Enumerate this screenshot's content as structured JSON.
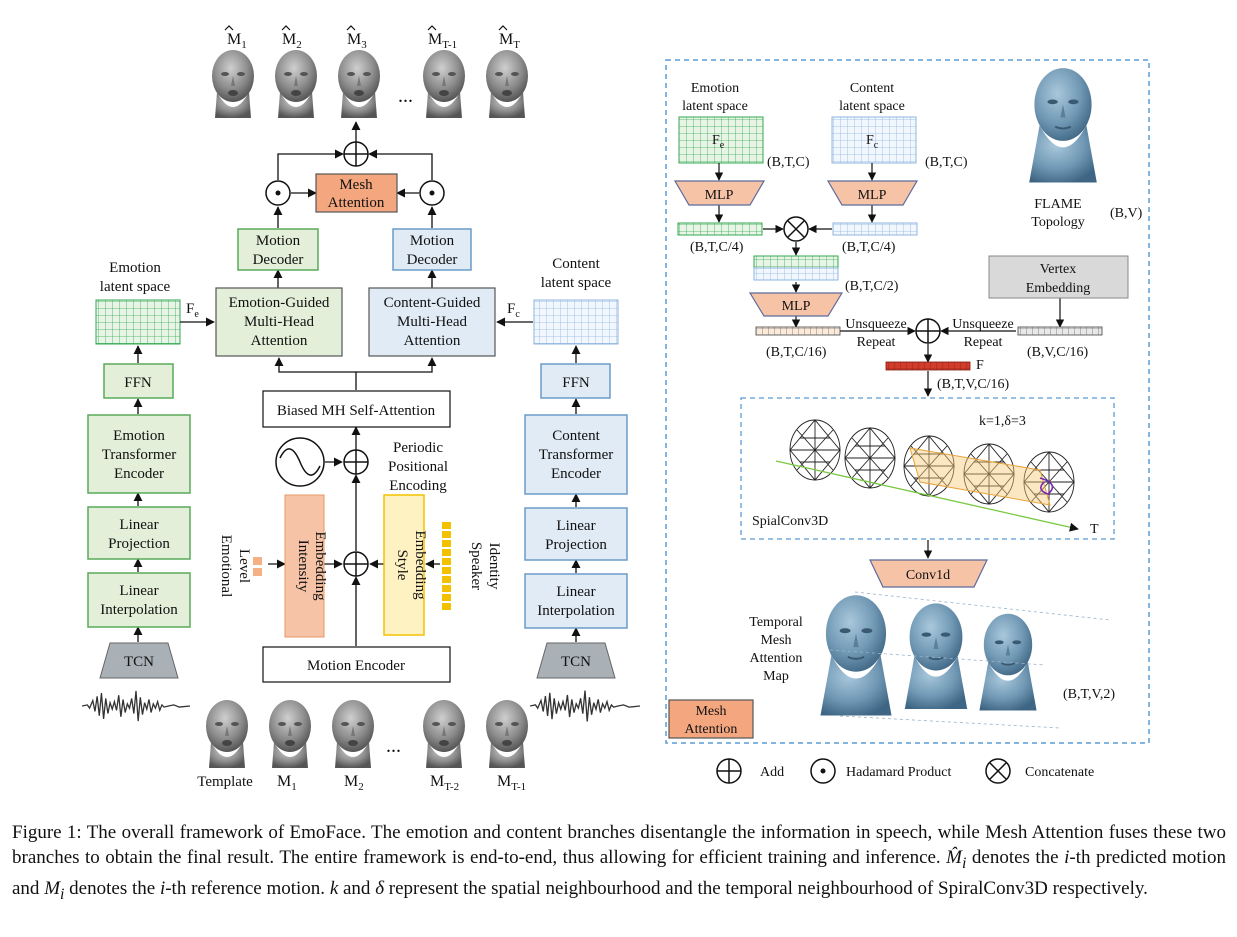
{
  "left": {
    "output_labels": [
      {
        "base": "M",
        "sub": "1"
      },
      {
        "base": "M",
        "sub": "2"
      },
      {
        "base": "M",
        "sub": "3"
      },
      {
        "base": "M",
        "sub": "T-1"
      },
      {
        "base": "M",
        "sub": "T"
      }
    ],
    "ellipsis": "...",
    "mesh_attention": [
      "Mesh",
      "Attention"
    ],
    "motion_decoder": [
      "Motion",
      "Decoder"
    ],
    "emotion_guided": [
      "Emotion-Guided",
      "Multi-Head",
      "Attention"
    ],
    "content_guided": [
      "Content-Guided",
      "Multi-Head",
      "Attention"
    ],
    "emotion_latent": [
      "Emotion",
      "latent space"
    ],
    "content_latent": [
      "Content",
      "latent space"
    ],
    "fe": {
      "base": "F",
      "sub": "e"
    },
    "fc": {
      "base": "F",
      "sub": "c"
    },
    "ffn": "FFN",
    "emotion_encoder": [
      "Emotion",
      "Transformer",
      "Encoder"
    ],
    "content_encoder": [
      "Content",
      "Transformer",
      "Encoder"
    ],
    "linear_projection": [
      "Linear",
      "Projection"
    ],
    "linear_interpolation": [
      "Linear",
      "Interpolation"
    ],
    "tcn": "TCN",
    "biased_mh": "Biased MH Self-Attention",
    "periodic": [
      "Periodic",
      "Positional",
      "Encoding"
    ],
    "intensity_embedding": [
      "Intensity",
      "Embedding"
    ],
    "style_embedding": [
      "Style",
      "Embedding"
    ],
    "emotional_level": [
      "Emotional",
      "Level"
    ],
    "speaker_identity": [
      "Speaker",
      "Identity"
    ],
    "motion_encoder": "Motion Encoder",
    "template": "Template",
    "input_labels": [
      {
        "base": "M",
        "sub": "1"
      },
      {
        "base": "M",
        "sub": "2"
      },
      {
        "base": "M",
        "sub": "T-2"
      },
      {
        "base": "M",
        "sub": "T-1"
      }
    ]
  },
  "right": {
    "emotion_latent": [
      "Emotion",
      "latent space"
    ],
    "content_latent": [
      "Content",
      "latent space"
    ],
    "fe": {
      "base": "F",
      "sub": "e"
    },
    "fc": {
      "base": "F",
      "sub": "c"
    },
    "btc": "(B,T,C)",
    "mlp": "MLP",
    "btc4": "(B,T,C/4)",
    "btc2": "(B,T,C/2)",
    "btc16": "(B,T,C/16)",
    "flame": [
      "FLAME",
      "Topology"
    ],
    "bv": "(B,V)",
    "vertex_embedding": [
      "Vertex",
      "Embedding"
    ],
    "unsqueeze": "Unsqueeze",
    "repeat": "Repeat",
    "bvc16": "(B,V,C/16)",
    "f": "F",
    "btvc16": "(B,T,V,C/16)",
    "k_delta": "k=1,δ=3",
    "spiralconv": "SpialConv3D",
    "t_axis": "T",
    "conv1d": "Conv1d",
    "temporal_map": [
      "Temporal",
      "Mesh",
      "Attention",
      "Map"
    ],
    "btv2": "(B,T,V,2)",
    "mesh_attention": [
      "Mesh",
      "Attention"
    ]
  },
  "legend": {
    "add": "Add",
    "hadamard": "Hadamard Product",
    "concatenate": "Concatenate"
  },
  "caption": [
    "Figure 1: The overall framework of EmoFace. The emotion and content branches disentangle the information in speech, while Mesh Attention fuses these two branches to obtain the final result. The entire framework is end-to-end, thus allowing for efficient training and inference. ",
    {
      "math": "M̂",
      "sub": "i"
    },
    " denotes the ",
    {
      "math": "i"
    },
    "-th predicted motion and ",
    {
      "math": "M",
      "sub": "i"
    },
    " denotes the ",
    {
      "math": "i"
    },
    "-th reference motion. ",
    {
      "math": "k"
    },
    " and ",
    {
      "math": "δ"
    },
    " represent the spatial neighbourhood and the temporal neighbourhood of SpiralConv3D respectively."
  ],
  "colors": {
    "green_fill": "#e3efd9",
    "green_stroke": "#5aaa5a",
    "blue_fill": "#e0ebf6",
    "blue_stroke": "#6b9bc8",
    "orange": "#f4a77f",
    "orange_stroke": "#c0561e",
    "peach": "#f6c3a6",
    "yellow_fill": "#fff2c2",
    "yellow_stroke": "#f2c200",
    "gray": "#d9d9d9",
    "tcn": "#a9b0b6",
    "face": "#8c8c8c",
    "face_blue": "#6f9bb8",
    "dashed": "#5b9bd5",
    "red": "#d23c2a"
  }
}
